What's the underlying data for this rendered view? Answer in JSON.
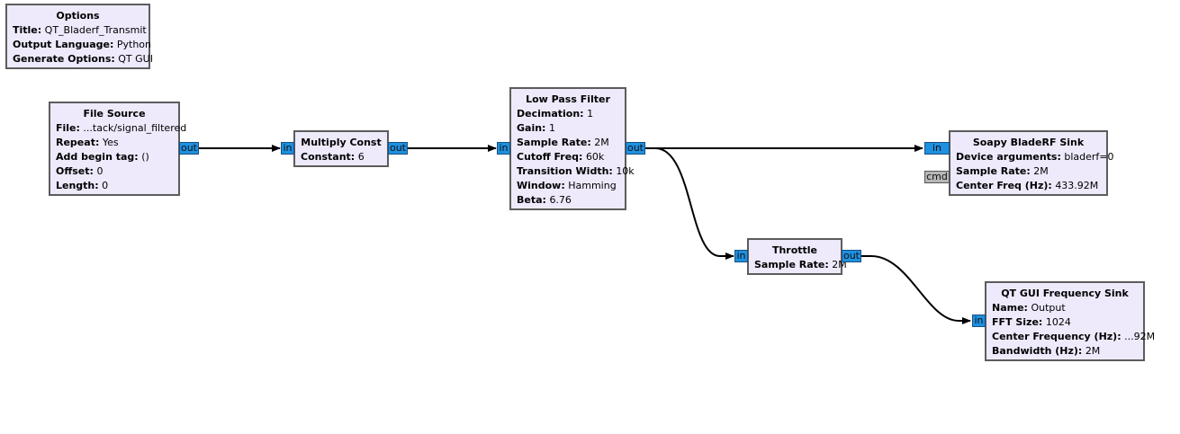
{
  "options": {
    "title": "Options",
    "rows": [
      {
        "k": "Title:",
        "v": "QT_Bladerf_Transmit"
      },
      {
        "k": "Output Language:",
        "v": "Python"
      },
      {
        "k": "Generate Options:",
        "v": "QT GUI"
      }
    ]
  },
  "file_source": {
    "title": "File Source",
    "rows": [
      {
        "k": "File:",
        "v": "...tack/signal_filtered"
      },
      {
        "k": "Repeat:",
        "v": "Yes"
      },
      {
        "k": "Add begin tag:",
        "v": "()"
      },
      {
        "k": "Offset:",
        "v": "0"
      },
      {
        "k": "Length:",
        "v": "0"
      }
    ],
    "out_label": "out"
  },
  "multiply_const": {
    "title": "Multiply Const",
    "rows": [
      {
        "k": "Constant:",
        "v": "6"
      }
    ],
    "in_label": "in",
    "out_label": "out"
  },
  "low_pass_filter": {
    "title": "Low Pass Filter",
    "rows": [
      {
        "k": "Decimation:",
        "v": "1"
      },
      {
        "k": "Gain:",
        "v": "1"
      },
      {
        "k": "Sample Rate:",
        "v": "2M"
      },
      {
        "k": "Cutoff Freq:",
        "v": "60k"
      },
      {
        "k": "Transition Width:",
        "v": "10k"
      },
      {
        "k": "Window:",
        "v": "Hamming"
      },
      {
        "k": "Beta:",
        "v": "6.76"
      }
    ],
    "in_label": "in",
    "out_label": "out"
  },
  "soapy_sink": {
    "title": "Soapy BladeRF Sink",
    "rows": [
      {
        "k": "Device arguments:",
        "v": "bladerf=0"
      },
      {
        "k": "Sample Rate:",
        "v": "2M"
      },
      {
        "k": "Center Freq (Hz):",
        "v": "433.92M"
      }
    ],
    "in_label": "in",
    "cmd_label": "cmd"
  },
  "throttle": {
    "title": "Throttle",
    "rows": [
      {
        "k": "Sample Rate:",
        "v": "2M"
      }
    ],
    "in_label": "in",
    "out_label": "out"
  },
  "freq_sink": {
    "title": "QT GUI Frequency Sink",
    "rows": [
      {
        "k": "Name:",
        "v": "Output"
      },
      {
        "k": "FFT Size:",
        "v": "1024"
      },
      {
        "k": "Center Frequency (Hz):",
        "v": "...92M"
      },
      {
        "k": "Bandwidth (Hz):",
        "v": "2M"
      }
    ],
    "in_label": "in"
  },
  "colors": {
    "block_bg": "#eeeafc",
    "block_border": "#5c5c5c",
    "port_stream": "#1e90e0",
    "port_message": "#b7b7b7",
    "wire": "#000000"
  }
}
